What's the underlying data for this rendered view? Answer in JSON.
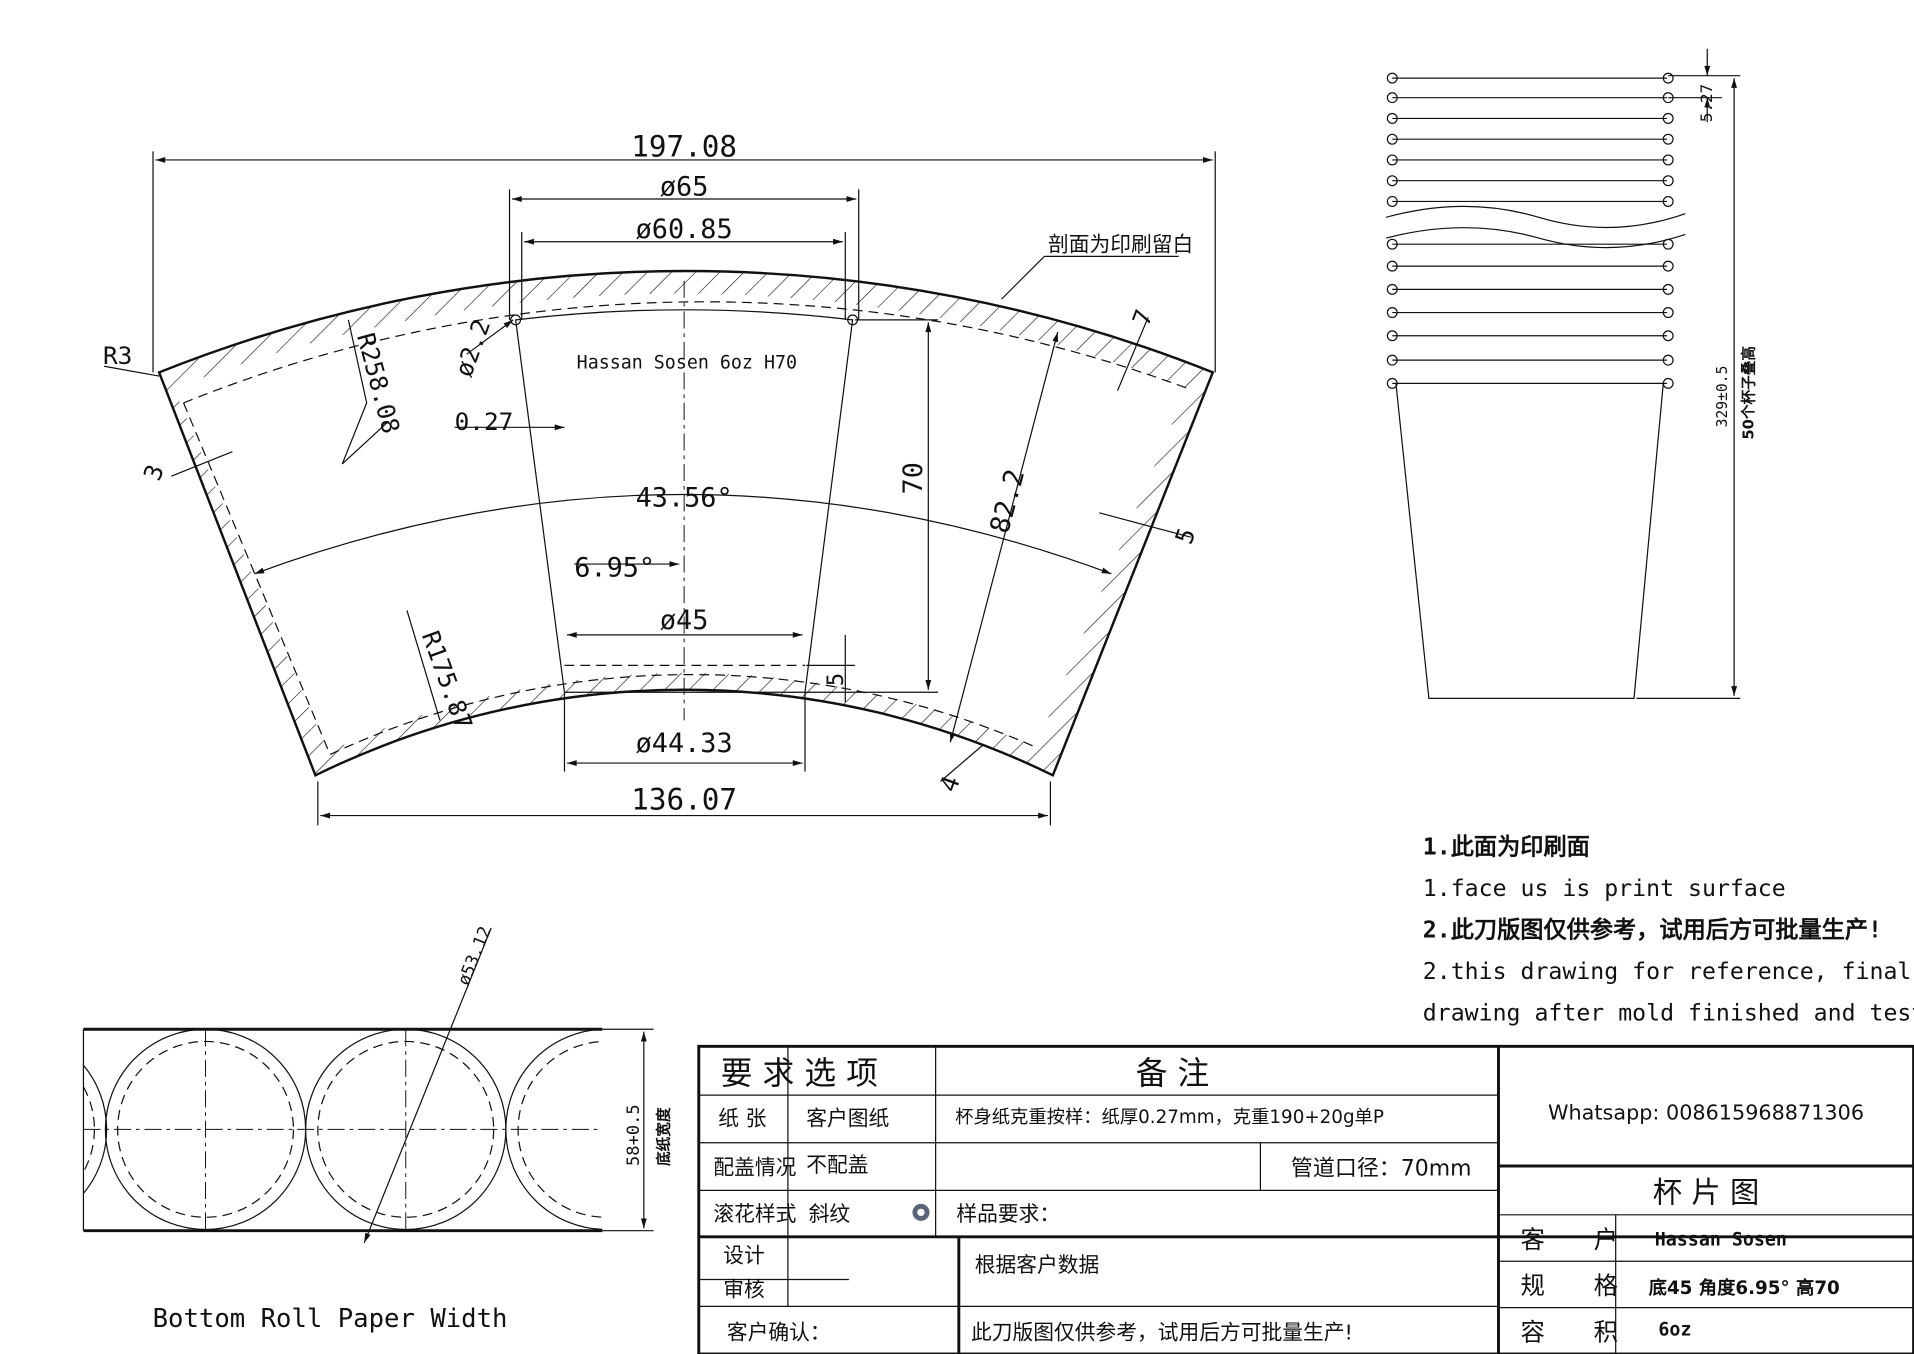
{
  "fan_drawing": {
    "dim_total_width": "197.08",
    "dim_top_dia": "ø65",
    "dim_top_inner_dia": "ø60.85",
    "dim_bottom_dia": "ø45",
    "dim_bottom_inner_dia": "ø44.33",
    "dim_bottom_width": "136.07",
    "dim_height": "70",
    "dim_slant": "82.2",
    "dim_fan_angle": "43.56°",
    "dim_wall_angle": "6.95°",
    "dim_outer_radius": "R258.08",
    "dim_inner_radius": "R175.87",
    "dim_corner_radius": "R3",
    "dim_hole": "ø2.2",
    "dim_thickness": "0.27",
    "dim_left_margin": "3",
    "dim_top_band": "7",
    "dim_right_band": "5",
    "dim_bottom_band": "4",
    "dim_bottom_step": "5",
    "cup_label": "Hassan Sosen 6oz H70",
    "print_blank_note": "剖面为印刷留白"
  },
  "stack_drawing": {
    "dim_step": "5.27",
    "dim_stack_height": "329±0.5",
    "dim_stack_note": "50个杯子叠高"
  },
  "bottom_roll": {
    "dim_circle": "ø53.12",
    "dim_width": "58+0.5",
    "dim_width_note": "底纸宽度",
    "caption": "Bottom Roll Paper Width"
  },
  "notes": [
    "1.此面为印刷面",
    "1.face us is print surface",
    "2.此刀版图仅供参考，试用后方可批量生产!",
    "2.this drawing for reference, final",
    "drawing after mold finished and tested"
  ],
  "table": {
    "header_options": "要 求 选 项",
    "header_remarks": "备 注",
    "paper_label": "纸 张",
    "paper_value": "客户图纸",
    "paper_remark": "杯身纸克重按样：纸厚0.27mm，克重190+20g单P",
    "lid_label": "配盖情况",
    "lid_value": "不配盖",
    "pipe_remark": "管道口径：70mm",
    "knurl_label": "滚花样式",
    "knurl_value": "斜纹",
    "sample_remark": "样品要求：",
    "design_label": "设计",
    "review_label": "审核",
    "design_remark": "根据客户数据",
    "confirm_label": "客户确认：",
    "confirm_remark": "此刀版图仅供参考，试用后方可批量生产!",
    "whatsapp": "Whatsapp: 008615968871306",
    "title": "杯 片 图",
    "customer_label": "客　　户",
    "customer_value": "Hassan Sosen",
    "spec_label": "规　　格",
    "spec_value": "底45 角度6.95°  高70",
    "volume_label": "容　　积",
    "volume_value": "6oz"
  }
}
